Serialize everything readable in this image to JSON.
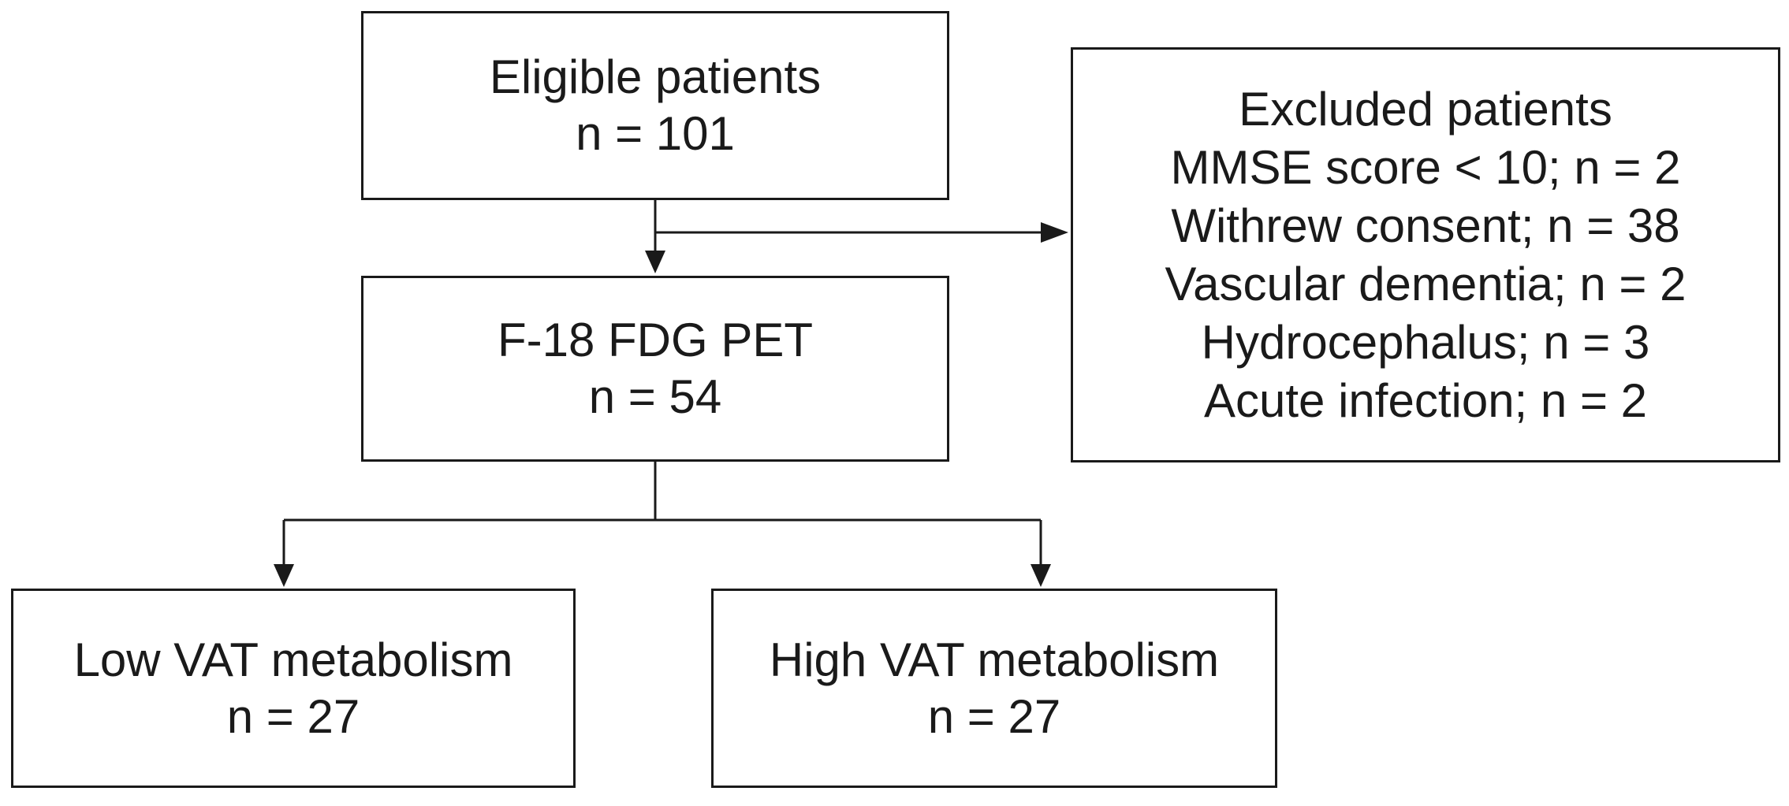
{
  "eligible": {
    "title": "Eligible patients",
    "count": "n = 101"
  },
  "excluded": {
    "title": "Excluded patients",
    "reasons": [
      "MMSE score < 10; n = 2",
      "Withrew consent; n = 38",
      "Vascular dementia; n = 2",
      "Hydrocephalus; n = 3",
      "Acute infection; n = 2"
    ]
  },
  "pet": {
    "title": "F-18 FDG PET",
    "count": "n = 54"
  },
  "low_vat": {
    "title": "Low VAT metabolism",
    "count": "n = 27"
  },
  "high_vat": {
    "title": "High VAT metabolism",
    "count": "n = 27"
  }
}
